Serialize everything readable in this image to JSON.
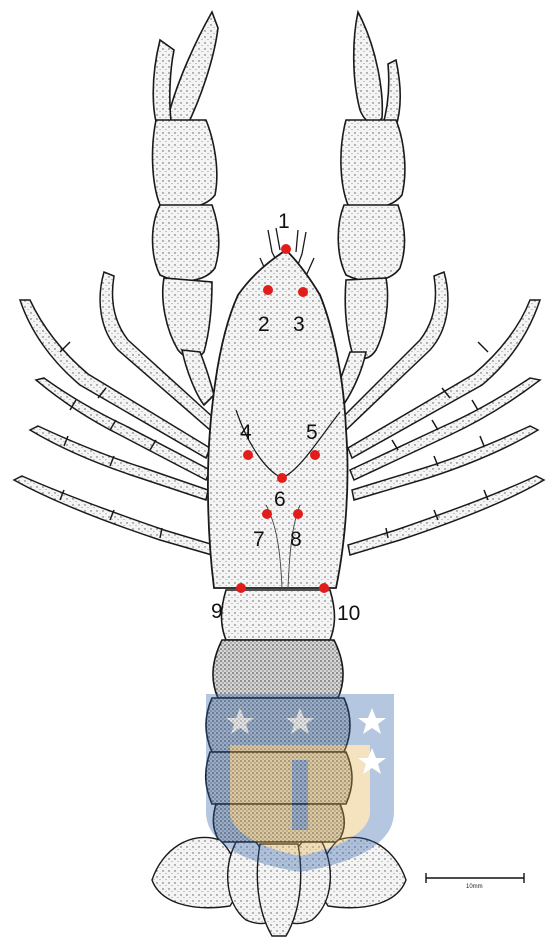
{
  "figure": {
    "landmarks": [
      {
        "id": "1",
        "label": "1"
      },
      {
        "id": "2",
        "label": "2"
      },
      {
        "id": "3",
        "label": "3"
      },
      {
        "id": "4",
        "label": "4"
      },
      {
        "id": "5",
        "label": "5"
      },
      {
        "id": "6",
        "label": "6"
      },
      {
        "id": "7",
        "label": "7"
      },
      {
        "id": "8",
        "label": "8"
      },
      {
        "id": "9",
        "label": "9"
      },
      {
        "id": "10",
        "label": "10"
      }
    ],
    "scale_bar": {
      "label": "10mm"
    },
    "colors": {
      "landmark": "#e21b1b",
      "ink": "#1a1a1a",
      "shell": "#f2f2f2",
      "watermark_blue": "#2f5fa8",
      "watermark_gold": "#e3b04b"
    }
  }
}
